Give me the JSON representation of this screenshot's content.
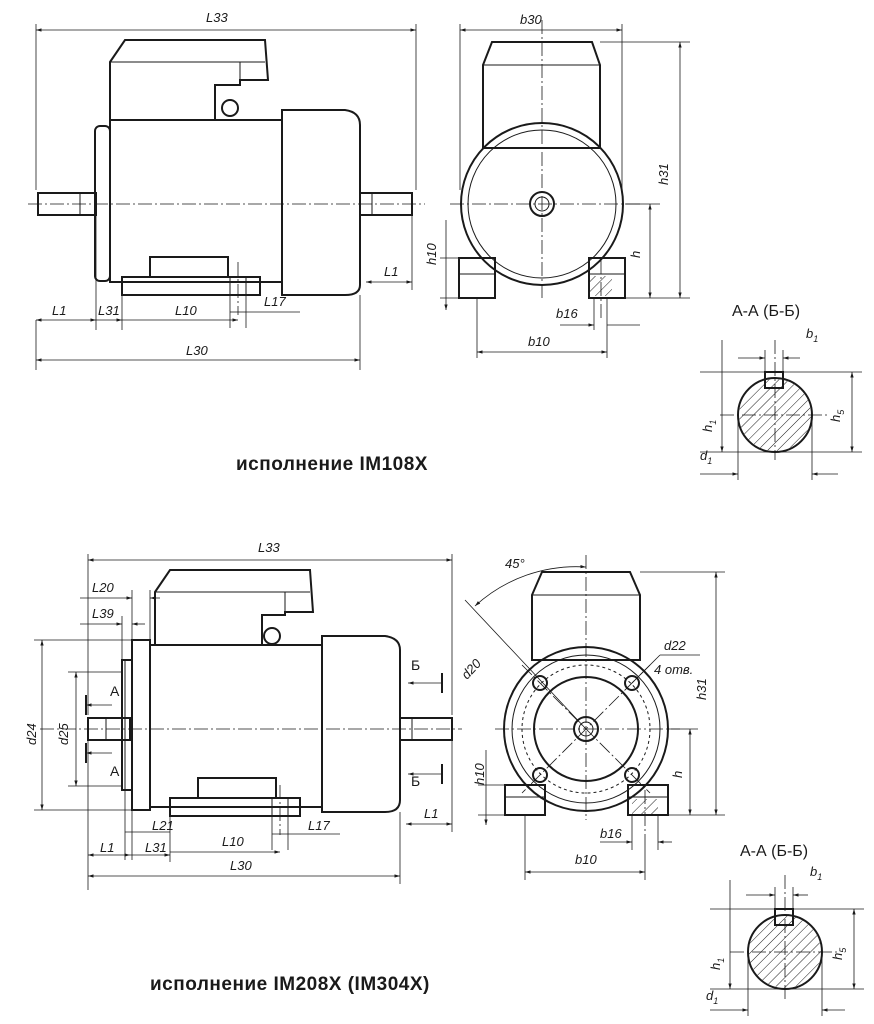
{
  "captions": {
    "top": "исполнение IM108X",
    "bottom": "исполнение IM208X (IM304X)"
  },
  "section": {
    "title_top": "А-А (Б-Б)",
    "title_bottom": "А-А (Б-Б)",
    "b": "b",
    "h1": "h",
    "h5": "h",
    "d1": "d",
    "sub1": "1",
    "sub5": "5"
  },
  "top": {
    "L33": "L33",
    "L1_left": "L1",
    "L31": "L31",
    "L10": "L10",
    "L17": "L17",
    "L30": "L30",
    "L1_right": "L1",
    "b30": "b30",
    "h31": "h31",
    "h10": "h10",
    "h": "h",
    "b16": "b16",
    "b10": "b10"
  },
  "bottom": {
    "L33": "L33",
    "L20": "L20",
    "L39": "L39",
    "A_top": "А",
    "A_bottom": "А",
    "d24": "d24",
    "d25": "d25",
    "L21": "L21",
    "L1_left": "L1",
    "L31": "L31",
    "L10": "L10",
    "L17": "L17",
    "L30": "L30",
    "B_top": "Б",
    "B_bottom": "Б",
    "L1_right": "L1",
    "angle": "45°",
    "d20": "d20",
    "d22": "d22",
    "holes": "4 отв.",
    "h31": "h31",
    "h10": "h10",
    "h": "h",
    "b16": "b16",
    "b10": "b10"
  }
}
